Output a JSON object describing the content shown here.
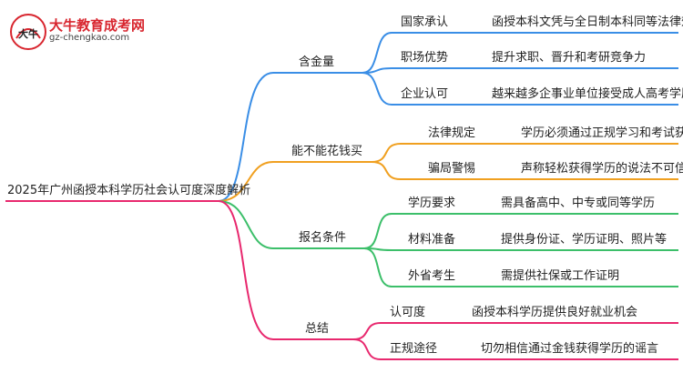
{
  "logo": {
    "title": "大牛教育成考网",
    "url": "gz-chengkao.com",
    "mark_text": "大牛"
  },
  "root": "2025年广州函授本科学历社会认可度深度解析",
  "branches": [
    {
      "label": "含金量",
      "color": "#3a8ee6",
      "children": [
        {
          "label": "国家承认",
          "detail": "函授本科文凭与全日制本科同等法律效力"
        },
        {
          "label": "职场优势",
          "detail": "提升求职、晋升和考研竞争力"
        },
        {
          "label": "企业认可",
          "detail": "越来越多企事业单位接受成人高考学历"
        }
      ]
    },
    {
      "label": "能不能花钱买",
      "color": "#f0a020",
      "children": [
        {
          "label": "法律规定",
          "detail": "学历必须通过正规学习和考试获得"
        },
        {
          "label": "骗局警惕",
          "detail": "声称轻松获得学历的说法不可信"
        }
      ]
    },
    {
      "label": "报名条件",
      "color": "#3cbf6a",
      "children": [
        {
          "label": "学历要求",
          "detail": "需具备高中、中专或同等学历"
        },
        {
          "label": "材料准备",
          "detail": "提供身份证、学历证明、照片等"
        },
        {
          "label": "外省考生",
          "detail": "需提供社保或工作证明"
        }
      ]
    },
    {
      "label": "总结",
      "color": "#e8286e",
      "children": [
        {
          "label": "认可度",
          "detail": "函授本科学历提供良好就业机会"
        },
        {
          "label": "正规途径",
          "detail": "切勿相信通过金钱获得学历的谣言"
        }
      ]
    }
  ]
}
